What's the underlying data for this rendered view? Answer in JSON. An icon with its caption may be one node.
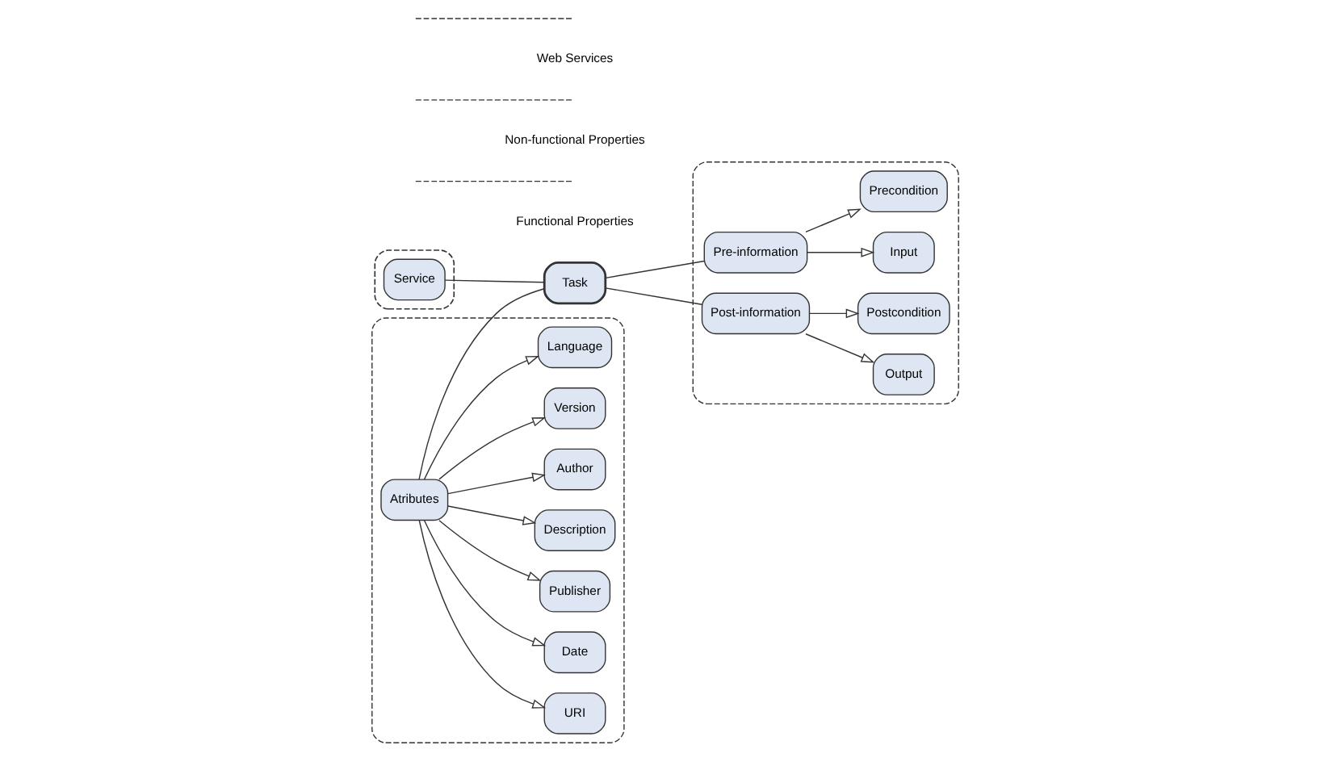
{
  "diagram": {
    "nodes": [
      {
        "text": [],
        "shape": "box"
      },
      {
        "text": [
          "Service"
        ],
        "in": 0
      },
      {
        "text": [
          "Task"
        ]
      },
      {
        "text": [],
        "shape": "box"
      },
      {
        "text": [
          "Pre-information"
        ],
        "in": 3
      },
      {
        "text": [
          "Input"
        ],
        "in": 3
      },
      {
        "text": [
          "Precondition"
        ],
        "in": 3
      },
      {
        "text": [
          "Post-information"
        ],
        "in": 3
      },
      {
        "text": [
          "Output"
        ],
        "in": 3
      },
      {
        "text": [
          "Postcondition"
        ],
        "in": 3
      },
      {
        "text": [],
        "shape": "box"
      },
      {
        "text": [
          "Atributes"
        ],
        "in": 10
      },
      {
        "text": [
          "URI"
        ],
        "in": 10
      },
      {
        "text": [
          "Date"
        ],
        "in": 10
      },
      {
        "text": [
          "Publisher"
        ],
        "in": 10
      },
      {
        "text": [
          "Description"
        ],
        "in": 10
      },
      {
        "text": [
          "Author"
        ],
        "in": 10
      },
      {
        "text": [
          "Version"
        ],
        "in": 10
      },
      {
        "text": [
          "Language"
        ],
        "in": 10
      }
    ],
    "edges": [
      {
        "from": 1,
        "to": 2,
        "arrow": "none"
      },
      {
        "from": 11,
        "to": 2,
        "arrow": "none"
      },
      {
        "from": 2,
        "to": 4,
        "arrow": "none"
      },
      {
        "from": 2,
        "to": 7,
        "arrow": "none"
      },
      {
        "from": 4,
        "to": 5,
        "arrow": "to"
      },
      {
        "from": 4,
        "to": 6,
        "arrow": "to"
      },
      {
        "from": 7,
        "to": 8,
        "arrow": "to"
      },
      {
        "from": 7,
        "to": 9,
        "arrow": "to"
      },
      {
        "from": 11,
        "to": 12,
        "arrow": "to"
      },
      {
        "from": 11,
        "to": 13,
        "arrow": "to"
      },
      {
        "from": 11,
        "to": 14,
        "arrow": "to"
      },
      {
        "from": 11,
        "to": 15,
        "arrow": "to"
      },
      {
        "from": 11,
        "to": 16,
        "arrow": "to"
      },
      {
        "from": 11,
        "to": 17,
        "arrow": "to"
      },
      {
        "from": 11,
        "to": 18,
        "arrow": "to"
      }
    ],
    "legend": [
      {
        "text": "Web Services"
      },
      {
        "text": "Non-functional Properties"
      },
      {
        "text": "Functional Properties"
      }
    ]
  }
}
